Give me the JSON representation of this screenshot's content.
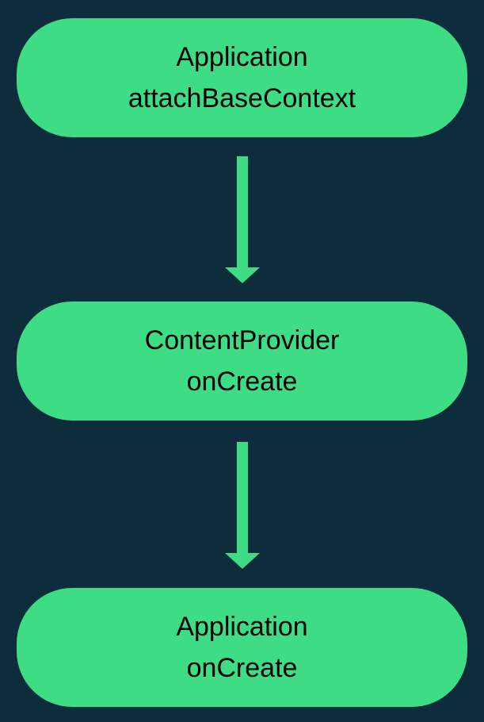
{
  "diagram": {
    "type": "flowchart",
    "direction": "top-down",
    "colors": {
      "background": "#0d2c3c",
      "node_fill": "#3edc85",
      "node_text": "#000000",
      "arrow": "#3edc85"
    },
    "nodes": [
      {
        "id": "application-attach-base-context",
        "lines": [
          "Application",
          "attachBaseContext"
        ]
      },
      {
        "id": "content-provider-on-create",
        "lines": [
          "ContentProvider",
          "onCreate"
        ]
      },
      {
        "id": "application-on-create",
        "lines": [
          "Application",
          "onCreate"
        ]
      }
    ],
    "edges": [
      {
        "from": "application-attach-base-context",
        "to": "content-provider-on-create"
      },
      {
        "from": "content-provider-on-create",
        "to": "application-on-create"
      }
    ]
  }
}
